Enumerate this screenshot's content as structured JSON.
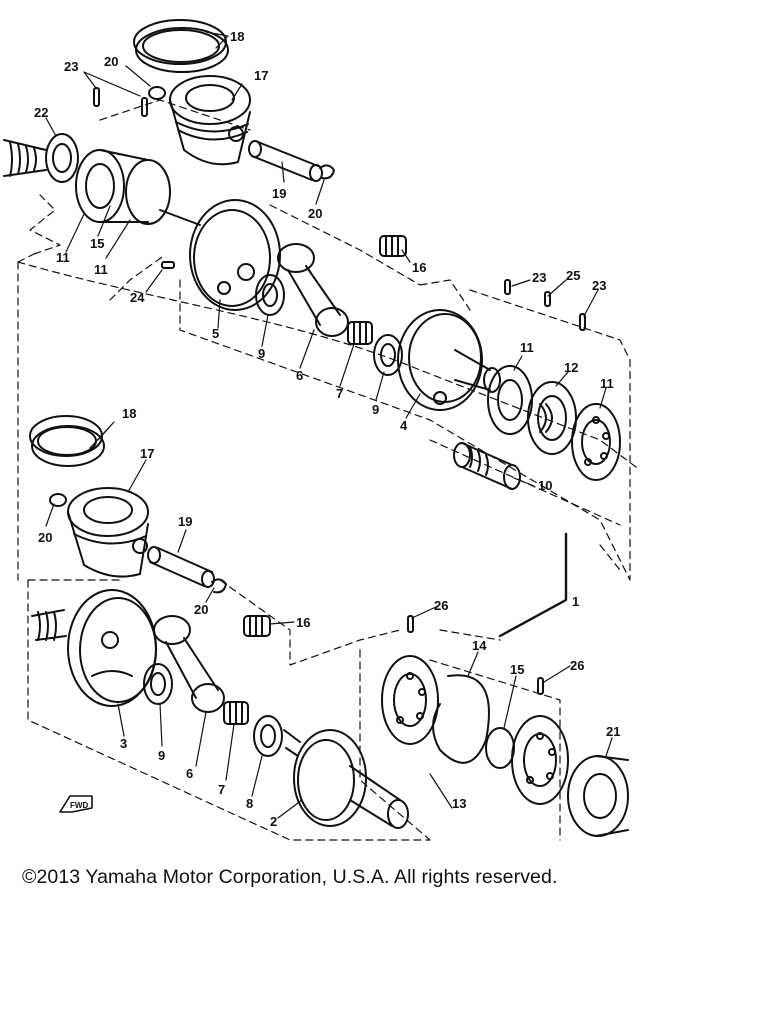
{
  "callouts": {
    "c18a": "18",
    "c20a": "20",
    "c17a": "17",
    "c23a": "23",
    "c22": "22",
    "c19a": "19",
    "c20b": "20",
    "c11a": "11",
    "c15a": "15",
    "c11b": "11",
    "c24": "24",
    "c5": "5",
    "c9a": "9",
    "c6a": "6",
    "c16a": "16",
    "c7a": "7",
    "c9b": "9",
    "c4": "4",
    "c23b": "23",
    "c25": "25",
    "c23c": "23",
    "c11c": "11",
    "c12": "12",
    "c11d": "11",
    "c10": "10",
    "c18b": "18",
    "c17b": "17",
    "c20c": "20",
    "c19b": "19",
    "c20d": "20",
    "c16b": "16",
    "c1": "1",
    "c26a": "26",
    "c14": "14",
    "c15b": "15",
    "c26b": "26",
    "c21": "21",
    "c3": "3",
    "c9c": "9",
    "c6b": "6",
    "c7b": "7",
    "c8": "8",
    "c2": "2",
    "c13": "13"
  },
  "fwd_label": "FWD",
  "copyright": "©2013 Yamaha Motor Corporation, U.S.A. All rights reserved."
}
